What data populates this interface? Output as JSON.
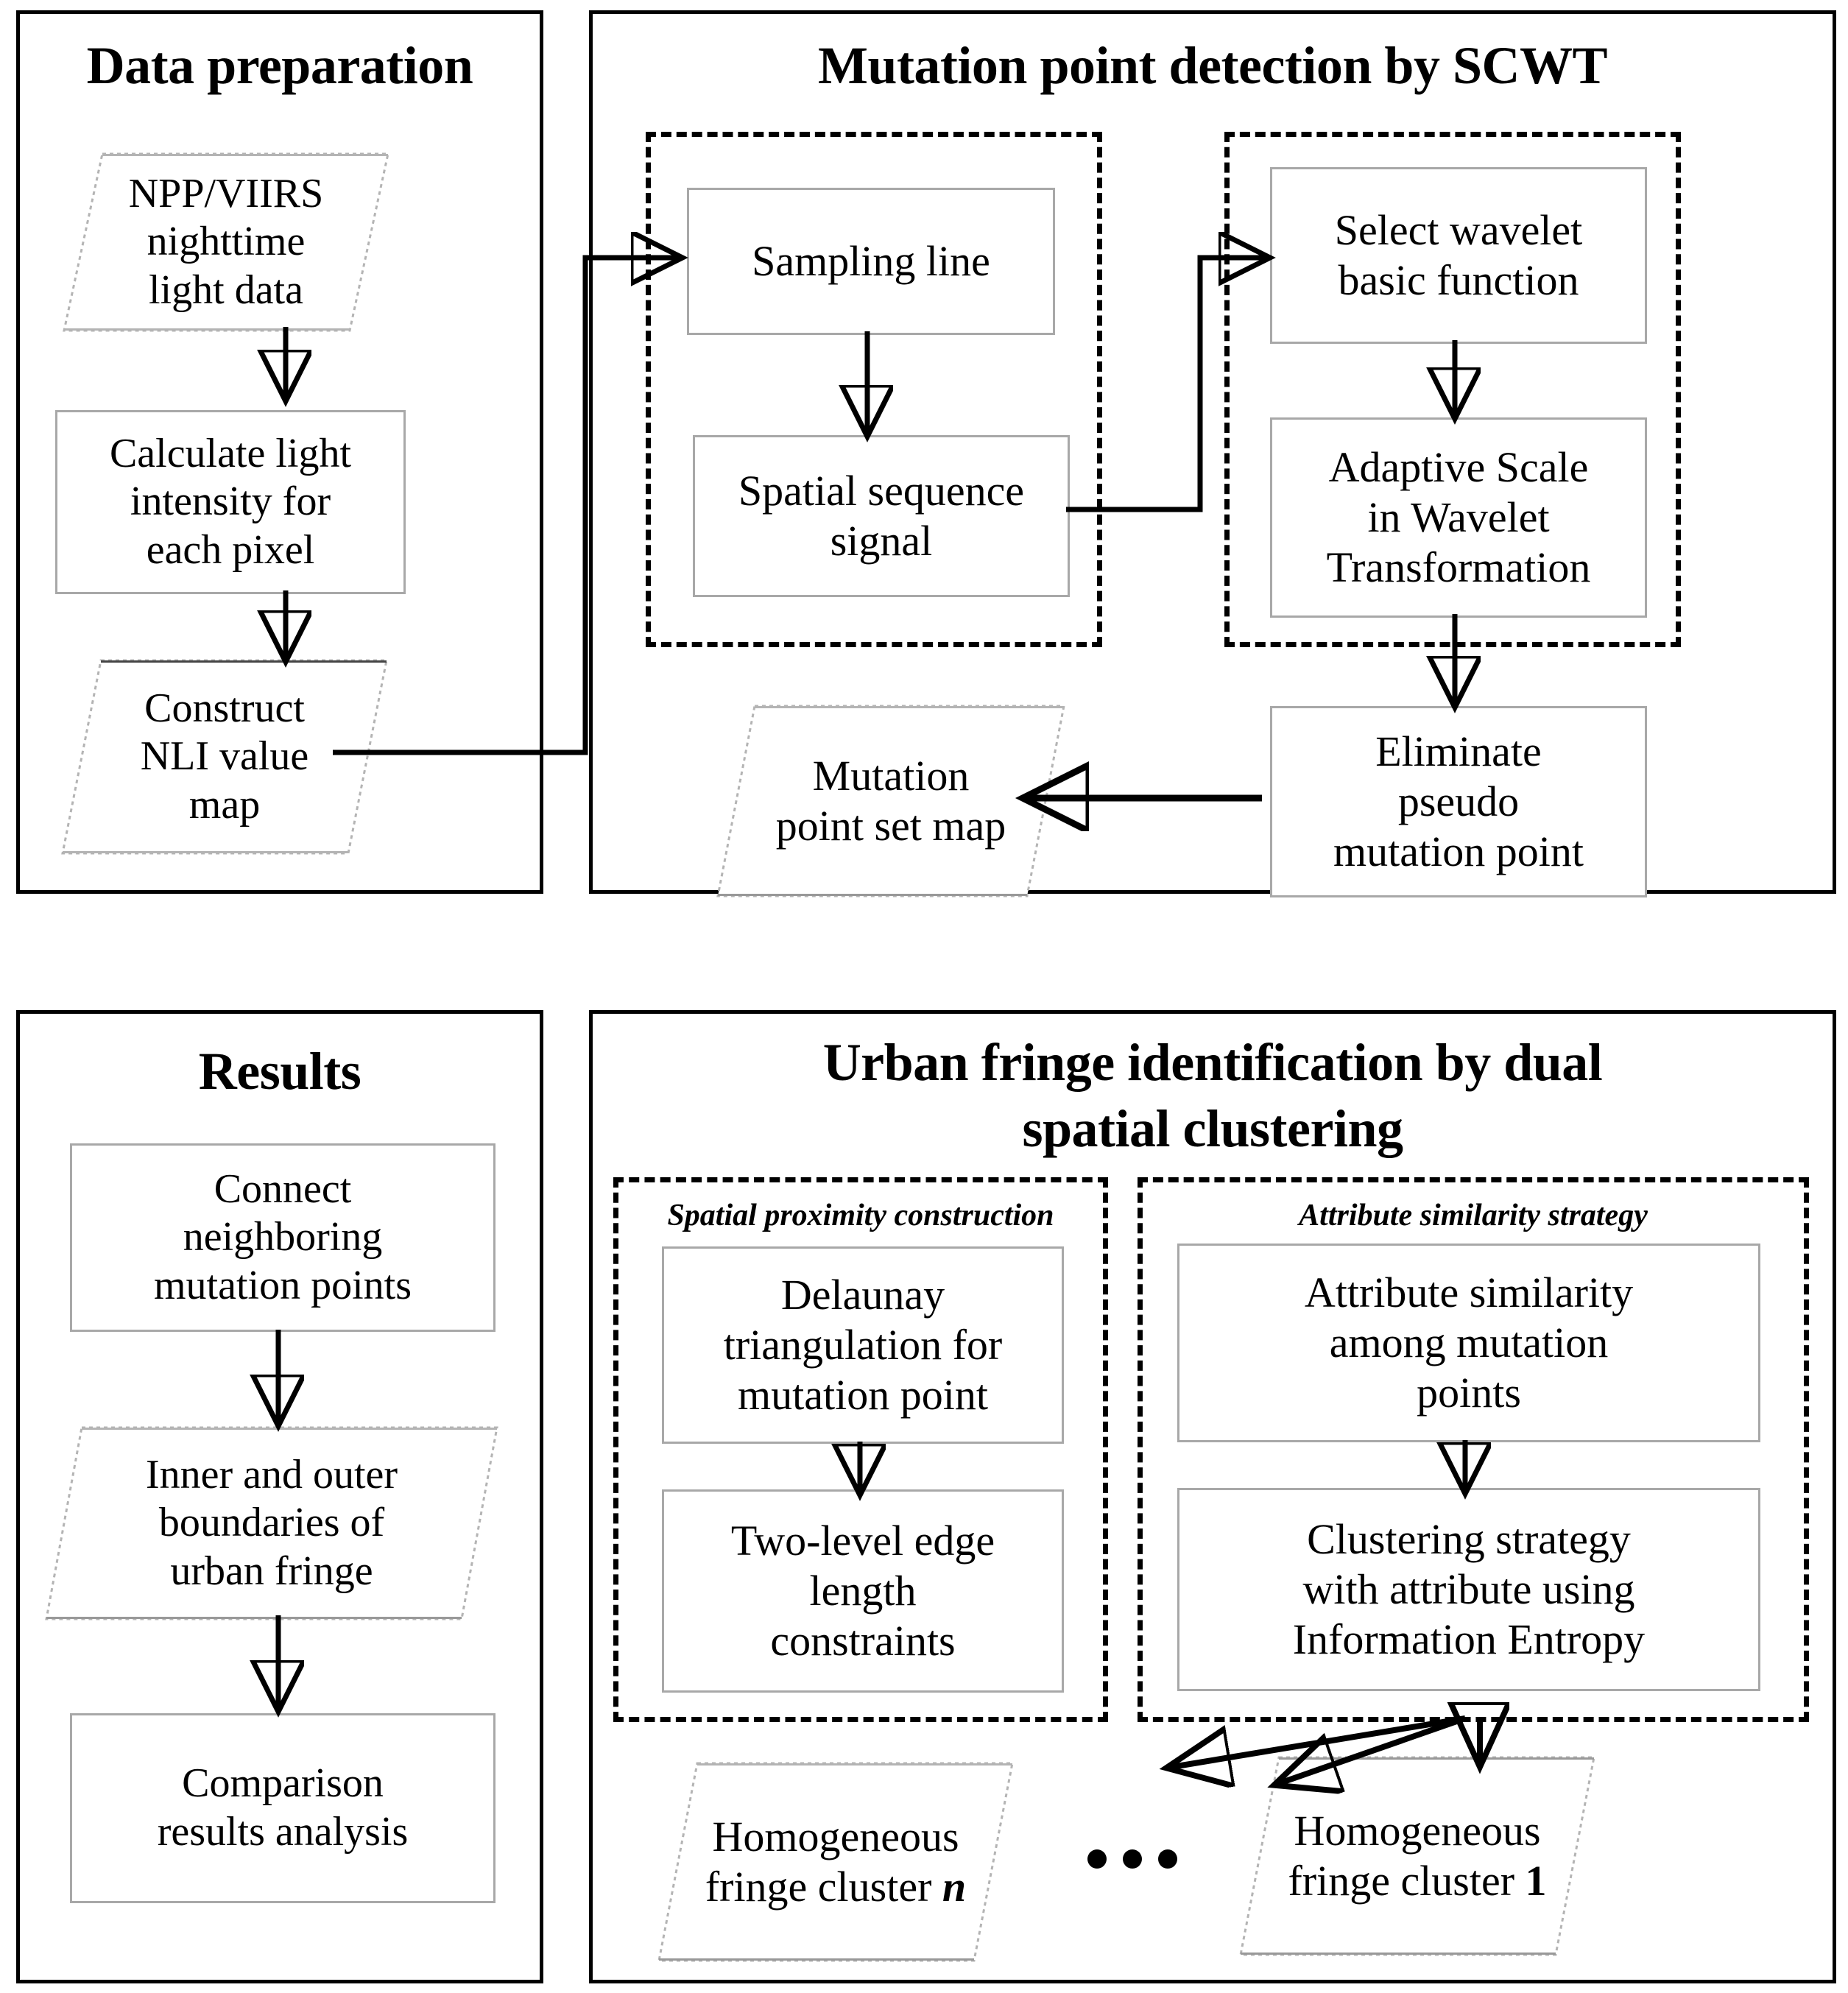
{
  "figure": {
    "kind": "flowchart",
    "panels": [
      {
        "id": "data-preparation",
        "title": "Data preparation",
        "nodes": [
          {
            "id": "npp-viirs",
            "shape": "parallelogram",
            "label": "NPP/VIIRS\nnighttime\nlight data"
          },
          {
            "id": "calc-light",
            "shape": "rectangle",
            "label": "Calculate light\nintensity for\neach pixel"
          },
          {
            "id": "construct-nli",
            "shape": "parallelogram",
            "label": "Construct\nNLI value\nmap"
          }
        ]
      },
      {
        "id": "mutation-detection",
        "title": "Mutation point detection by SCWT",
        "groups": [
          {
            "id": "sampling-group",
            "caption": "",
            "nodes": [
              "sampling-line",
              "spatial-sequence"
            ]
          },
          {
            "id": "wavelet-group",
            "caption": "",
            "nodes": [
              "select-wavelet",
              "adaptive-scale"
            ]
          }
        ],
        "nodes": [
          {
            "id": "sampling-line",
            "shape": "rectangle",
            "label": "Sampling line"
          },
          {
            "id": "spatial-sequence",
            "shape": "rectangle",
            "label": "Spatial sequence\nsignal"
          },
          {
            "id": "select-wavelet",
            "shape": "rectangle",
            "label": "Select wavelet\nbasic function"
          },
          {
            "id": "adaptive-scale",
            "shape": "rectangle",
            "label": "Adaptive Scale\nin Wavelet\nTransformation"
          },
          {
            "id": "eliminate-pseudo",
            "shape": "rectangle",
            "label": "Eliminate\npseudo\nmutation point"
          },
          {
            "id": "mutation-point-set",
            "shape": "parallelogram",
            "label": "Mutation\npoint set map"
          }
        ]
      },
      {
        "id": "results",
        "title": "Results",
        "nodes": [
          {
            "id": "connect-neighboring",
            "shape": "rectangle",
            "label": "Connect\nneighboring\nmutation points"
          },
          {
            "id": "inner-outer",
            "shape": "parallelogram",
            "label": "Inner and outer\nboundaries of\nurban fringe"
          },
          {
            "id": "comparison-results",
            "shape": "rectangle",
            "label": "Comparison\nresults analysis"
          }
        ]
      },
      {
        "id": "urban-fringe",
        "title": "Urban fringe identification by dual spatial clustering",
        "groups": [
          {
            "id": "spatial-proximity-group",
            "caption": "Spatial proximity construction",
            "nodes": [
              "delaunay",
              "two-level-edge"
            ]
          },
          {
            "id": "attribute-similarity-group",
            "caption": "Attribute similarity strategy",
            "nodes": [
              "attribute-similarity",
              "clustering-strategy"
            ]
          }
        ],
        "nodes": [
          {
            "id": "delaunay",
            "shape": "rectangle",
            "label": "Delaunay\ntriangulation for\nmutation point"
          },
          {
            "id": "two-level-edge",
            "shape": "rectangle",
            "label": "Two-level edge\nlength\nconstraints"
          },
          {
            "id": "attribute-similarity",
            "shape": "rectangle",
            "label": "Attribute similarity\namong mutation\npoints"
          },
          {
            "id": "clustering-strategy",
            "shape": "rectangle",
            "label": "Clustering strategy\nwith attribute using\nInformation Entropy"
          },
          {
            "id": "cluster-n",
            "shape": "parallelogram",
            "label": "Homogeneous\nfringe cluster n"
          },
          {
            "id": "cluster-1",
            "shape": "parallelogram",
            "label": "Homogeneous\nfringe cluster 1"
          }
        ],
        "ellipsis": "• • •"
      }
    ]
  },
  "panel1": {
    "title": "Data preparation",
    "npp_viirs": {
      "l1": "NPP/VIIRS",
      "l2": "nighttime",
      "l3": "light data"
    },
    "calculate_light": {
      "l1": "Calculate light",
      "l2": "intensity for",
      "l3": "each pixel"
    },
    "construct_nli": {
      "l1": "Construct",
      "l2": "NLI value",
      "l3": "map"
    }
  },
  "panel2": {
    "title": "Mutation point detection by SCWT",
    "sampling_line": {
      "l1": "Sampling line"
    },
    "spatial_sequence": {
      "l1": "Spatial sequence",
      "l2": "signal"
    },
    "select_wavelet": {
      "l1": "Select wavelet",
      "l2": "basic function"
    },
    "adaptive_scale": {
      "l1": "Adaptive Scale",
      "l2": "in Wavelet",
      "l3": "Transformation"
    },
    "eliminate_pseudo": {
      "l1": "Eliminate",
      "l2": "pseudo",
      "l3": "mutation point"
    },
    "mutation_point_set": {
      "l1": "Mutation",
      "l2": "point set map"
    }
  },
  "panel3": {
    "title": "Results",
    "connect_neighboring": {
      "l1": "Connect",
      "l2": "neighboring",
      "l3": "mutation points"
    },
    "inner_outer": {
      "l1": "Inner and outer",
      "l2": "boundaries of",
      "l3": "urban fringe"
    },
    "comparison_results": {
      "l1": "Comparison",
      "l2": "results analysis"
    }
  },
  "panel4": {
    "title_line1": "Urban fringe identification by dual",
    "title_line2": "spatial clustering",
    "caption_left": "Spatial proximity construction",
    "caption_right": "Attribute similarity strategy",
    "delaunay": {
      "l1": "Delaunay",
      "l2": "triangulation for",
      "l3": "mutation point"
    },
    "two_level_edge": {
      "l1": "Two-level edge",
      "l2": "length",
      "l3": "constraints"
    },
    "attribute_similarity": {
      "l1": "Attribute similarity",
      "l2": "among mutation",
      "l3": "points"
    },
    "clustering_strategy": {
      "l1": "Clustering strategy",
      "l2": "with attribute using",
      "l3": "Information Entropy"
    },
    "cluster_n": {
      "l1": "Homogeneous",
      "l2_pre": "fringe cluster ",
      "l2_em": "n"
    },
    "cluster_1": {
      "l1": "Homogeneous",
      "l2_pre": "fringe cluster ",
      "l2_em": "1"
    }
  },
  "colors": {
    "panel_border": "#000000",
    "box_border": "#a8a8a8",
    "dashed_border": "#000000",
    "text": "#000000",
    "background": "#ffffff"
  }
}
